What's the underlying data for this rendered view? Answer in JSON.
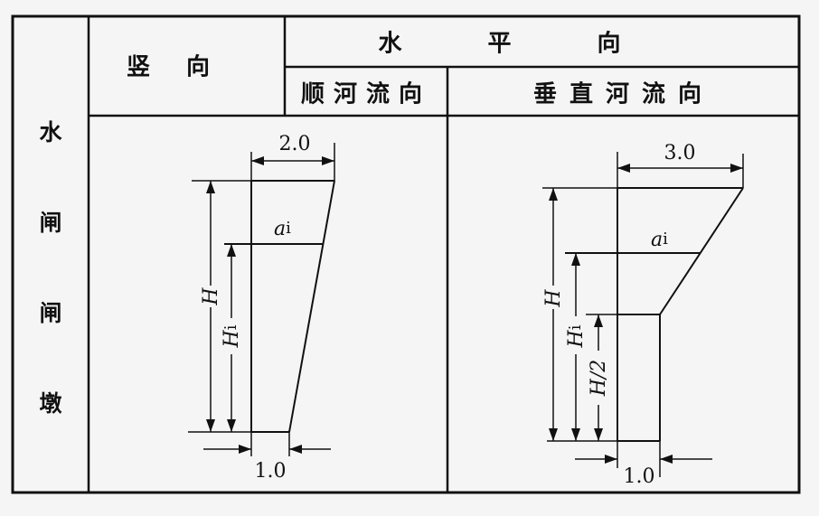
{
  "table": {
    "row_header": "水闸闸墩",
    "row_header_chars": [
      "水",
      "闸",
      "闸",
      "墩"
    ],
    "col_vertical": "竖向",
    "col_horizontal": "水平向",
    "sub_along_flow": "顺河流向",
    "sub_perpendicular_flow": "垂直河流向"
  },
  "diagram_vertical": {
    "top_dim": "2.0",
    "bottom_dim": "1.0",
    "label_H": "H",
    "label_Hi": "Hi",
    "label_ai": "ai"
  },
  "diagram_perpendicular": {
    "top_dim": "3.0",
    "bottom_dim": "1.0",
    "label_H": "H",
    "label_Hi": "Hi",
    "label_H2": "H/2",
    "label_ai": "ai"
  },
  "colors": {
    "line": "#111111",
    "background": "#f5f5f5"
  }
}
